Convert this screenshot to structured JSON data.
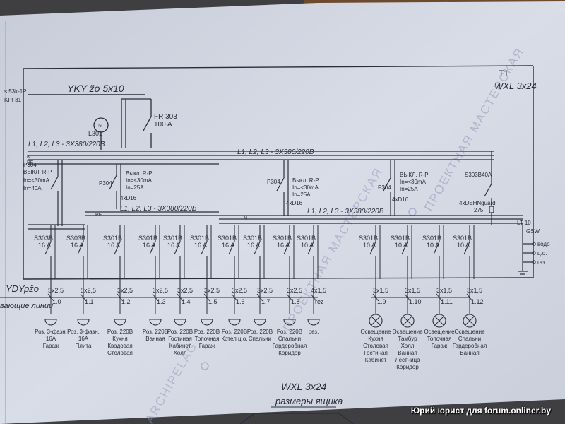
{
  "header": {
    "t1": "T1",
    "panel": "WXL 3x24",
    "cable_in": "YKY žo 5x10",
    "left_ref_1": "s 53k-1P",
    "left_ref_2": "KPI 31",
    "fr": "FR 303",
    "fr_amp": "100 A",
    "l301": "L301"
  },
  "bus": {
    "top": "L1, L2, L3 - 3X380/220B",
    "mid": "L1, L2, L3 - 3X380/220B",
    "sub_left": "L1, L2, L3 - 3X380/220B",
    "sub_right": "L1, L2, L3 - 3X380/220B",
    "n_label": "N",
    "pe_label": "PE",
    "pe_label2": "PE",
    "n_label2": "N"
  },
  "rcds": [
    {
      "model": "P304",
      "line1": "ВЫКЛ. R-P",
      "line2": "In=<30mA",
      "line3": "In=40A"
    },
    {
      "model": "P304",
      "line1": "Выкл. R-P",
      "line2": "In=<30mA",
      "line3": "In=25A",
      "rating": "4xD16"
    },
    {
      "model": "P304",
      "line1": "Выкл. R-P",
      "line2": "In=<30mA",
      "line3": "In=25A",
      "rating": "4xD16"
    },
    {
      "model": "P304",
      "line1": "ВЫКЛ. R-P",
      "line2": "In=<30mA",
      "line3": "In=25A",
      "rating": "4xD16"
    }
  ],
  "surge": {
    "model": "S303B40A",
    "name": "4xDEHNguard",
    "code": "T275"
  },
  "ground": {
    "bar": "LT 10",
    "label": "GSW",
    "items": [
      "водо",
      "ц.о.",
      "газ"
    ]
  },
  "breakers": [
    {
      "model": "S303B",
      "amp": "16 A"
    },
    {
      "model": "S303B",
      "amp": "16 A"
    },
    {
      "model": "S301B",
      "amp": "16 A"
    },
    {
      "model": "S301B",
      "amp": "16 A"
    },
    {
      "model": "S301B",
      "amp": "16 A"
    },
    {
      "model": "S301B",
      "amp": "16 A"
    },
    {
      "model": "S301B",
      "amp": "16 A"
    },
    {
      "model": "S301B",
      "amp": "16 A"
    },
    {
      "model": "S301B",
      "amp": "16 A"
    },
    {
      "model": "S301B",
      "amp": "10 A"
    },
    {
      "model": "S301B",
      "amp": "10 A"
    },
    {
      "model": "S301B",
      "amp": "10 A"
    },
    {
      "model": "S301B",
      "amp": "10 A"
    },
    {
      "model": "S301B",
      "amp": "10 A"
    }
  ],
  "cable_label": "YDYpžo",
  "lines_label": "вающие линии",
  "circuits": [
    {
      "cable": "5x2,5",
      "num": "1.0",
      "load": [
        "Роз. 3-фазн.",
        "16А",
        "Гараж"
      ]
    },
    {
      "cable": "5x2,5",
      "num": "1.1",
      "load": [
        "Роз. 3-фазн.",
        "16А",
        "Плита"
      ]
    },
    {
      "cable": "3x2,5",
      "num": "1.2",
      "load": [
        "Роз. 220В",
        "Кухня",
        "Квадовая",
        "Столовая"
      ]
    },
    {
      "cable": "3x2,5",
      "num": "1.3",
      "load": [
        "Роз. 220В",
        "Ванная"
      ]
    },
    {
      "cable": "3x2,5",
      "num": "1.4",
      "load": [
        "Роз. 220В",
        "Гостиная",
        "Кабинет",
        "Холл"
      ]
    },
    {
      "cable": "3x2,5",
      "num": "1.5",
      "load": [
        "Роз. 220В",
        "Топочная",
        "Гараж"
      ]
    },
    {
      "cable": "3x2,5",
      "num": "1.6",
      "load": [
        "Роз. 220В",
        "Котел ц.о."
      ]
    },
    {
      "cable": "3x2,5",
      "num": "1.7",
      "load": [
        "Роз. 220В",
        "Спальни"
      ]
    },
    {
      "cable": "3x2,5",
      "num": "1.8",
      "load": [
        "Роз. 220В",
        "Спальни",
        "Гардеробная",
        "Коридор"
      ]
    },
    {
      "cable": "4x1,5",
      "num": "rez",
      "load": [
        "рез."
      ]
    },
    {
      "cable": "3x1,5",
      "num": "1.9",
      "load": [
        "Освещение",
        "Кухня",
        "Столовая",
        "Гостиная",
        "Кабинет"
      ]
    },
    {
      "cable": "3x1,5",
      "num": "1.10",
      "load": [
        "Освещение",
        "Тамбур",
        "Холл",
        "Ванная",
        "Лестница",
        "Коридор"
      ]
    },
    {
      "cable": "3x1,5",
      "num": "1.11",
      "load": [
        "Освещение",
        "Топочная",
        "Гараж"
      ]
    },
    {
      "cable": "3x1,5",
      "num": "1.12",
      "load": [
        "Освещение",
        "Спальни",
        "Гардеробная",
        "Ванная"
      ]
    }
  ],
  "watermarks": [
    "ПРОЕКТНАЯ МАСТЕРСКАЯ",
    "ПРОЕКТНАЯ МАСТЕРСКАЯ",
    "ARCHIPELAG"
  ],
  "footer": {
    "title": "WXL 3x24",
    "subtitle": "размеры ящика"
  },
  "photo_caption": "Юрий юрист для forum.onliner.by",
  "colors": {
    "paper": "#d4d8e4",
    "ink": "#2a2e3a",
    "watermark": "#8e98b8",
    "background": "#3f3f42"
  }
}
